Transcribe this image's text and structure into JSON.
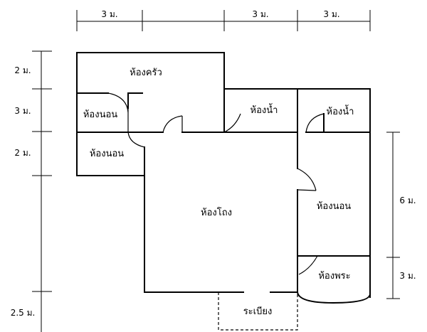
{
  "rooms": {
    "kitchen": "ห้องครัว",
    "bedroom_1": "ห้องนอน",
    "bedroom_2": "ห้องนอน",
    "bathroom_1": "ห้องน้ำ",
    "bathroom_2": "ห้องน้ำ",
    "living_hall": "ห้องโถง",
    "bedroom_3": "ห้องนอน",
    "shrine_room": "ห้องพระ",
    "veranda": "ระเบียง"
  },
  "dimensions": {
    "top": [
      "3 ม.",
      "3 ม.",
      "3 ม."
    ],
    "left": [
      "2 ม.",
      "3 ม.",
      "2 ม.",
      "2.5 ม."
    ],
    "right": [
      "6 ม.",
      "3 ม."
    ]
  },
  "colors": {
    "line": "#000000",
    "background": "#ffffff"
  }
}
